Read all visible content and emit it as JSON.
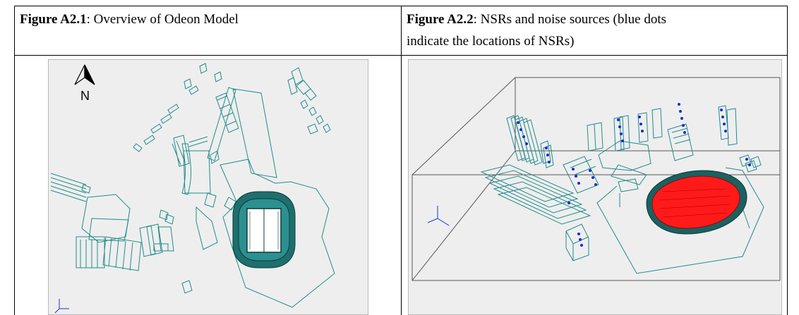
{
  "figures": [
    {
      "label": "Figure A2.1",
      "caption": ": Overview of Odeon Model",
      "north_label": "N",
      "colors": {
        "background": "#eeeeee",
        "model": "#238c8c",
        "axes": "#2233cc"
      }
    },
    {
      "label": "Figure A2.2",
      "caption_line1": ": NSRs and noise sources (blue dots",
      "caption_line2": "indicate the locations of NSRs)",
      "colors": {
        "background": "#eeeeee",
        "model": "#238c8c",
        "nsr_dots": "#1a2ad6",
        "stadium_seats": "#ff1a1a",
        "bounding_box": "#555555"
      }
    }
  ]
}
